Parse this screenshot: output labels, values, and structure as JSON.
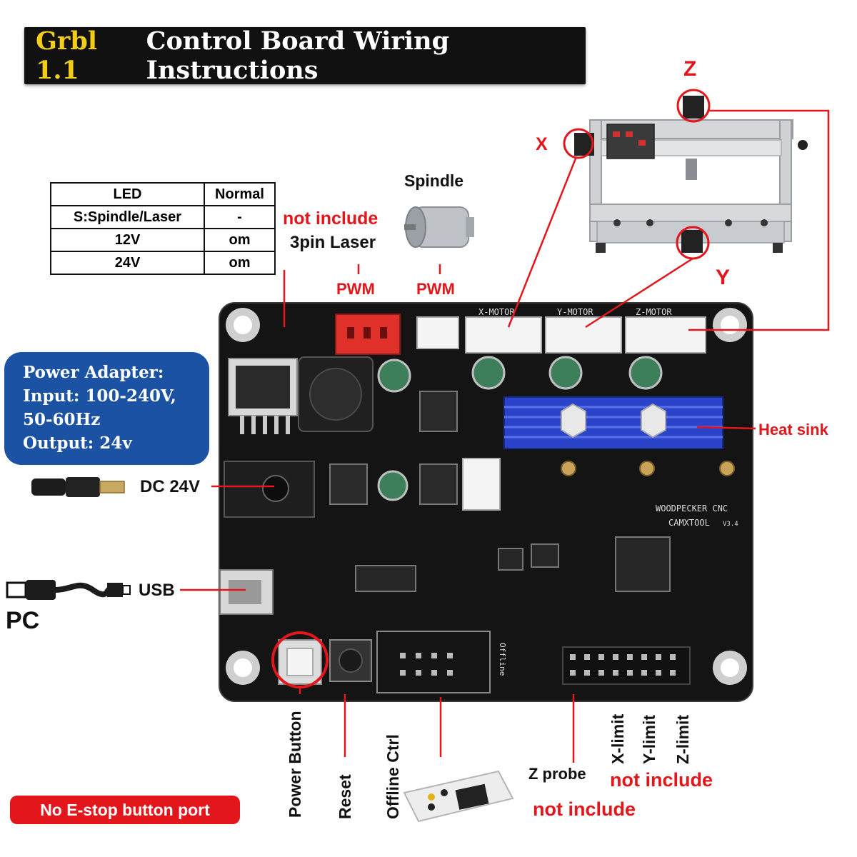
{
  "title": {
    "accent": "Grbl 1.1",
    "rest": "Control Board Wiring Instructions"
  },
  "led_table": {
    "headers": [
      "LED",
      "Normal"
    ],
    "rows": [
      [
        "S:Spindle/Laser",
        "-"
      ],
      [
        "12V",
        "om"
      ],
      [
        "24V",
        "om"
      ]
    ]
  },
  "labels": {
    "spindle": "Spindle",
    "not_include_laser": "not include",
    "laser": "3pin Laser",
    "pwm_laser": "PWM",
    "pwm_spindle": "PWM",
    "axis_x": "X",
    "axis_y": "Y",
    "axis_z": "Z",
    "heat_sink": "Heat sink",
    "dc": "DC 24V",
    "usb": "USB",
    "pc": "PC",
    "power_button": "Power Button",
    "reset": "Reset",
    "offline_ctrl": "Offline Ctrl",
    "z_probe": "Z probe",
    "x_limit": "X-limit",
    "y_limit": "Y-limit",
    "z_limit": "Z-limit",
    "not_include_limits": "not include",
    "not_include_probe": "not include",
    "estop": "No E-stop button port"
  },
  "power_adapter": {
    "lines": [
      "Power Adapter:",
      "Input: 100-240V,",
      "50-60Hz",
      "Output: 24v"
    ]
  },
  "board_silk": {
    "x_motor": "X-MOTOR",
    "y_motor": "Y-MOTOR",
    "z_motor": "Z-MOTOR",
    "brand": "WOODPECKER CNC",
    "model": "CAMXTOOL",
    "version": "V3.4",
    "offline": "Offline"
  },
  "colors": {
    "accent_yellow": "#f2cc1a",
    "label_red": "#e3161b",
    "adapter_blue": "#1b52a4",
    "board": "#141414",
    "heatsink": "#2b43c9"
  }
}
